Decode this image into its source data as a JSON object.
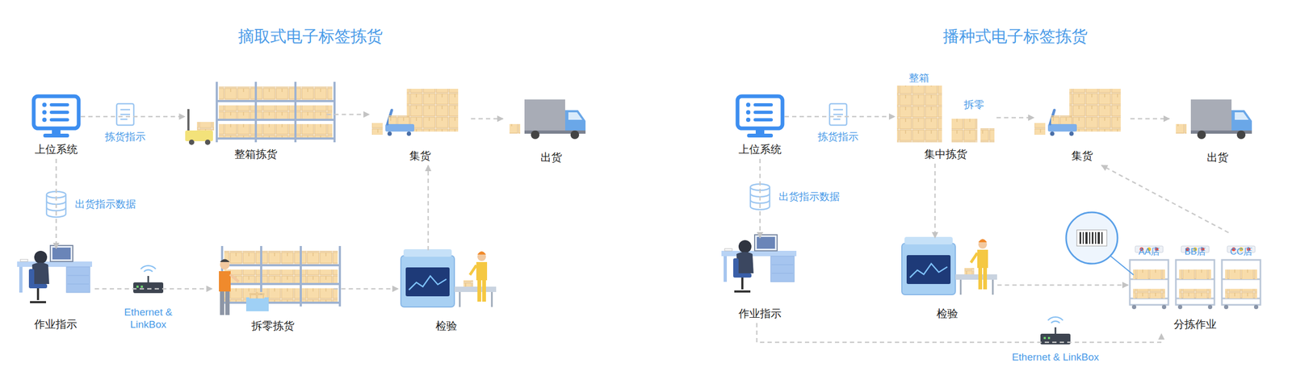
{
  "diagram": {
    "nodes": [
      {
        "text": [
          "上位系统"
        ]
      },
      {
        "text": [
          "整箱拣货"
        ]
      },
      {
        "text": [
          "集货"
        ]
      },
      {
        "text": [
          "出货"
        ]
      },
      {
        "text": [
          "作业指示"
        ]
      },
      {
        "text": [
          "拆零拣货"
        ]
      },
      {
        "text": [
          "检验"
        ]
      },
      {
        "text": [
          "上位系统"
        ]
      },
      {
        "text": [
          "集中拣货"
        ]
      },
      {
        "text": [
          "集货"
        ]
      },
      {
        "text": [
          "出货"
        ]
      },
      {
        "text": [
          "作业指示"
        ]
      },
      {
        "text": [
          "检验"
        ]
      },
      {
        "text": [
          "分拣作业"
        ]
      }
    ],
    "edges": [
      {
        "from": 0,
        "to": 1,
        "label": "拣货指示",
        "arrow": "to"
      },
      {
        "from": 1,
        "to": 2,
        "arrow": "to"
      },
      {
        "from": 2,
        "to": 3,
        "arrow": "to"
      },
      {
        "from": 0,
        "to": 4,
        "label": "出货指示数据",
        "arrow": "to"
      },
      {
        "from": 4,
        "to": 5,
        "label": "Ethernet & LinkBox",
        "arrow": "to"
      },
      {
        "from": 5,
        "to": 6,
        "arrow": "to"
      },
      {
        "from": 6,
        "to": 2,
        "arrow": "to"
      },
      {
        "from": 7,
        "to": 8,
        "label": "拣货指示",
        "arrow": "to"
      },
      {
        "from": 8,
        "to": 9,
        "arrow": "to"
      },
      {
        "from": 9,
        "to": 10,
        "arrow": "to"
      },
      {
        "from": 7,
        "to": 11,
        "label": "出货指示数据",
        "arrow": "to"
      },
      {
        "from": 8,
        "to": 12,
        "arrow": "to"
      },
      {
        "from": 12,
        "to": 13,
        "arrow": "to"
      },
      {
        "from": 13,
        "to": 9,
        "arrow": "to"
      },
      {
        "from": 11,
        "to": 13,
        "label": "Ethernet & LinkBox",
        "arrow": "to"
      }
    ],
    "labels": [
      "摘取式电子标签拣货",
      "播种式电子标签拣货",
      "整箱",
      "拆零",
      "AA店",
      "BB店",
      "CC店"
    ]
  }
}
